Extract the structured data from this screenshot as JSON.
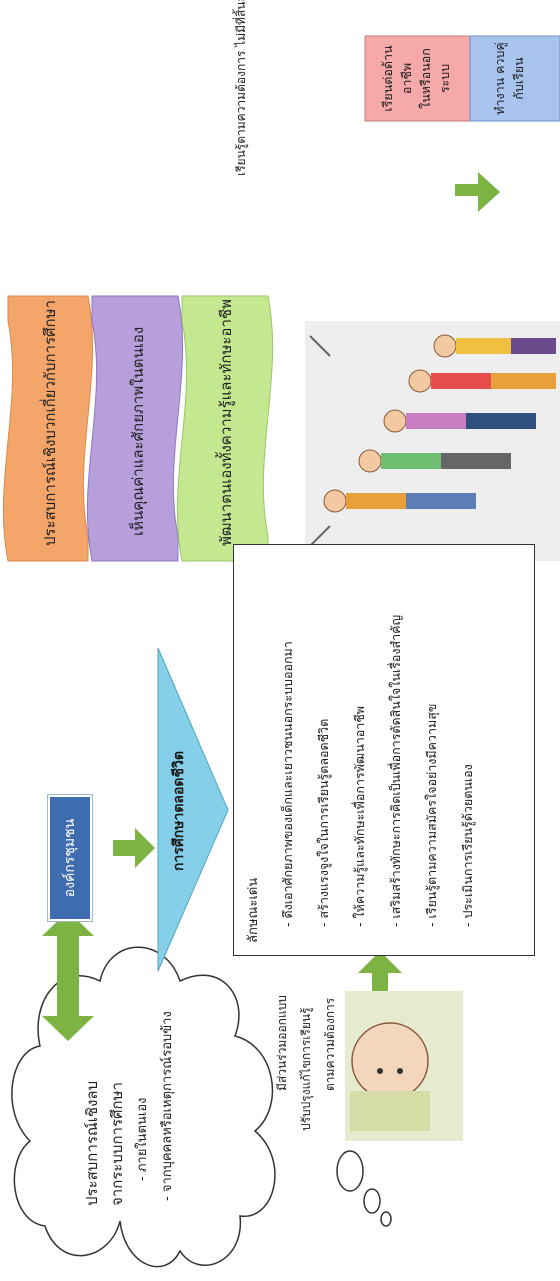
{
  "cloud": {
    "title_line1": "ประสบการณ์เชิงลบ",
    "title_line2": "จากระบบการศึกษา",
    "bullet1": "- ภายในตนเอง",
    "bullet2": "- จากบุคคลหรือเหตุการณ์รอบข้าง"
  },
  "organization": {
    "label": "องค์กรชุมชน"
  },
  "lifelong": {
    "title": "การศึกษาตลอดชีวิต",
    "features_heading": "ลักษณะเด่น",
    "features": [
      "- ดึงเอาศักยภาพของเด็กและเยาวชนนอกระบบออกมา",
      "- สร้างแรงจูงใจในการเรียนรู้ตลอดชีวิต",
      "- ให้ความรู้และทักษะเพื่อการพัฒนาอาชีพ",
      "- เสริมสร้างทักษะการคิดเป็นเพื่อการตัดสินใจในเรื่องสำคัญ",
      "- เรียนรู้ตามความสมัครใจอย่างมีความสุข",
      "- ประเมินการเรียนรู้ด้วยตนเอง"
    ]
  },
  "participation": {
    "line1": "มีส่วนร่วมออกแบบ",
    "line2": "ปรับปรุงแก้ไขการเรียนรู้",
    "line3": "ตามความต้องการ"
  },
  "banners": [
    {
      "text": "ประสบการณ์เชิงบวกเกี่ยวกับการศึกษา",
      "color": "#f4a56a"
    },
    {
      "text": "เห็นคุณค่าและศักยภาพในตนเอง",
      "color": "#b79fdc"
    },
    {
      "text": "พัฒนาตนเองทั้งความรู้และทักษะอาชีพ",
      "color": "#c4e88f"
    }
  ],
  "spring_caption": "เรียนรู้ตามความต้องการ ไม่มีที่สิ้นสุด",
  "outcomes": [
    {
      "line1": "เรียนต่อด้านอาชีพ",
      "line2": "ในหรือนอกระบบ",
      "color": "#f5a9a9"
    },
    {
      "line1": "ทำงาน ควบคู่",
      "line2": "กับเรียน",
      "color": "#a8c4ee"
    }
  ],
  "colors": {
    "arrow": "#7cb342",
    "blue_box": "#3f6cae"
  }
}
